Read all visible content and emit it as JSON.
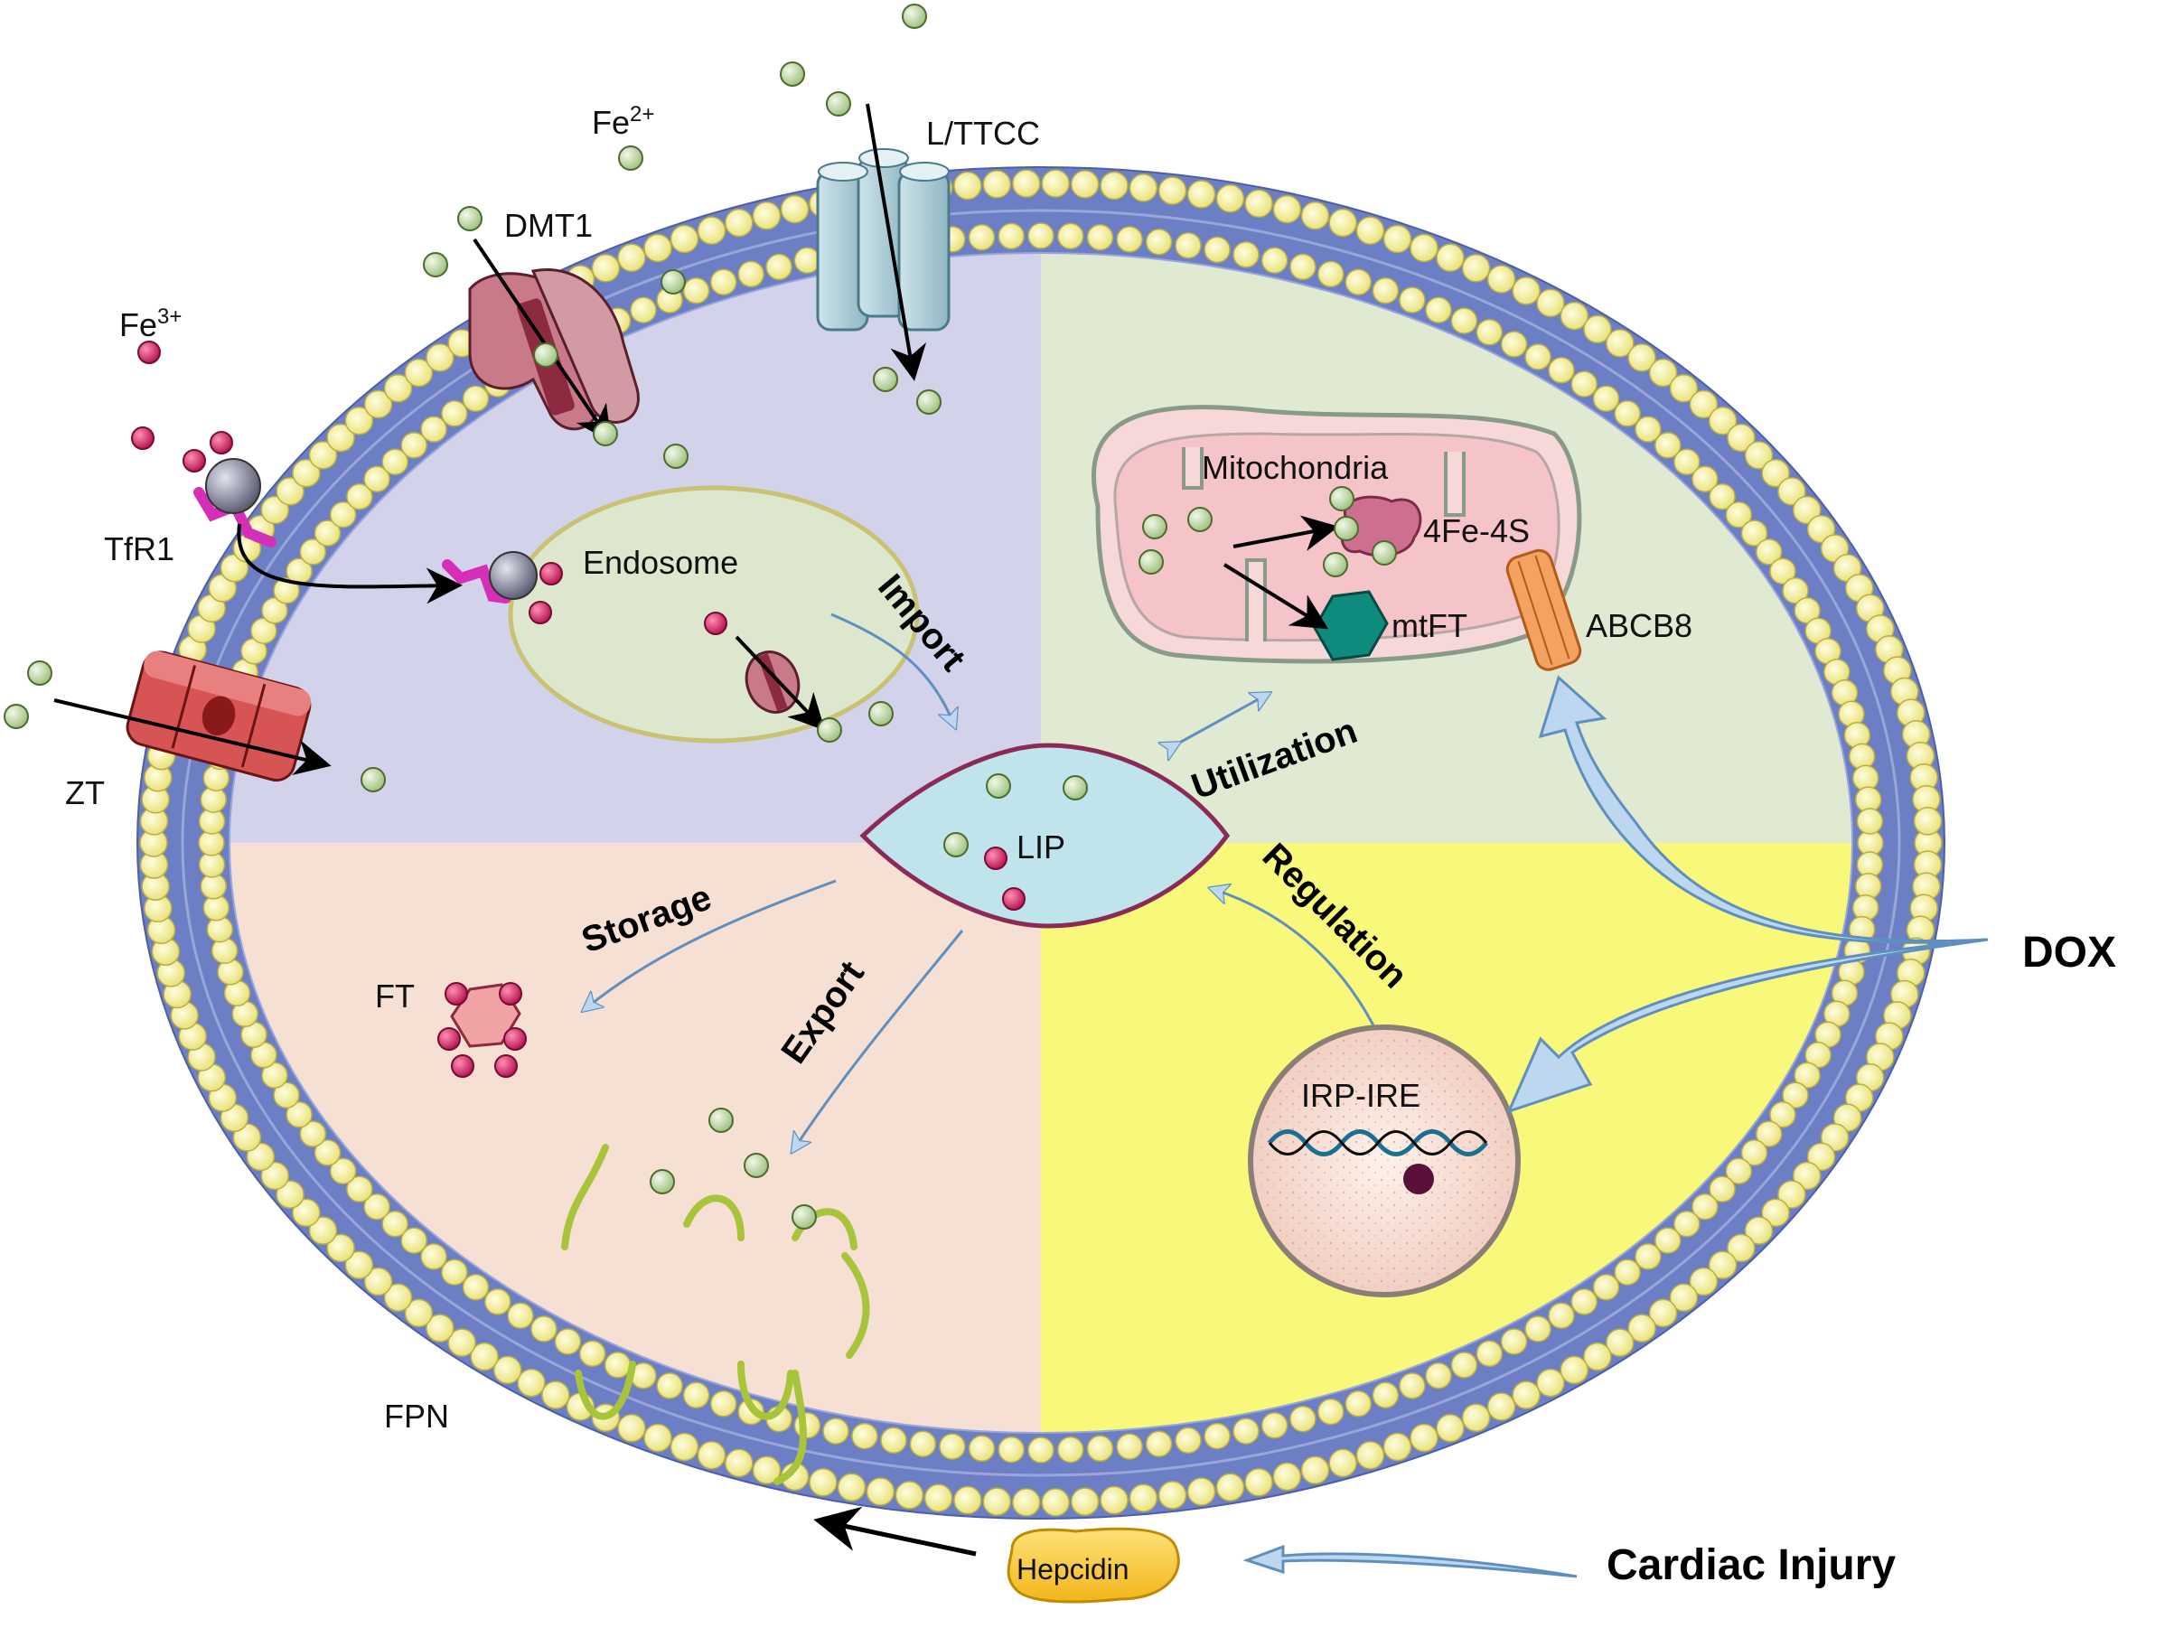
{
  "ions": {
    "fe2": "Fe",
    "fe2_charge": "2+",
    "fe3": "Fe",
    "fe3_charge": "3+"
  },
  "transporters": {
    "dmt1": "DMT1",
    "lttcc": "L/TTCC",
    "tfr1": "TfR1",
    "zt": "ZT",
    "fpn": "FPN"
  },
  "compartments": {
    "endosome": "Endosome",
    "mitochondria": "Mitochondria",
    "lip": "LIP",
    "irp_ire": "IRP-IRE"
  },
  "mito_components": {
    "fe4s": "4Fe-4S",
    "mtft": "mtFT",
    "abcb8": "ABCB8"
  },
  "storage": {
    "ft": "FT"
  },
  "processes": {
    "import": "Import",
    "utilization": "Utilization",
    "storage": "Storage",
    "export": "Export",
    "regulation": "Regulation"
  },
  "external": {
    "dox": "DOX",
    "cardiac_injury": "Cardiac Injury",
    "hepcidin": "Hepcidin"
  },
  "colors": {
    "membrane_blue": "#6d7fc4",
    "lipid_head": "#f7f3a3",
    "import_quadrant": "#d2d3ea",
    "utilization_quadrant": "#e0ead3",
    "storage_quadrant": "#f6e0d4",
    "regulation_quadrant": "#f8f87a",
    "fe2_green": "#b7d39c",
    "fe3_pink": "#d0215f",
    "lip_blue": "#bfe4ec",
    "arrow_blue": "#bcd7ef"
  }
}
